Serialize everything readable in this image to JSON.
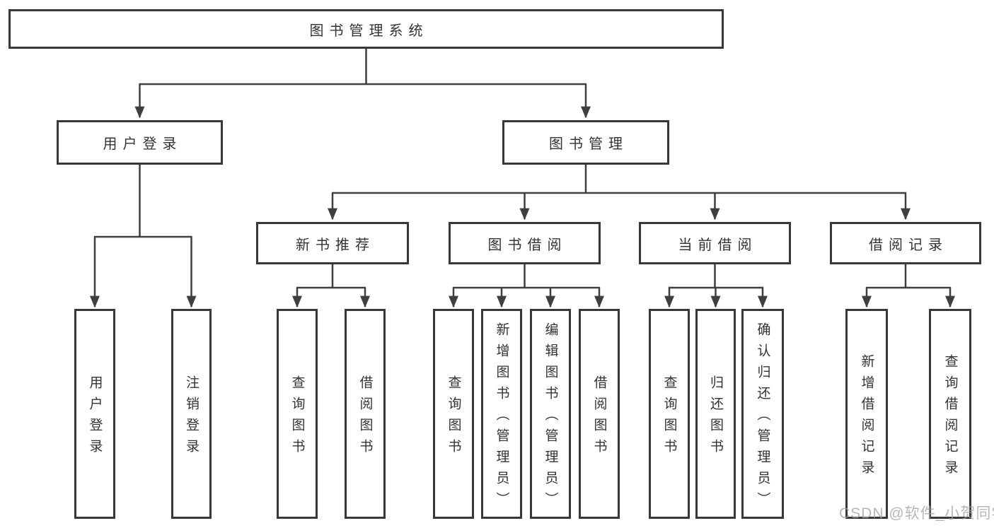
{
  "tree": {
    "root": {
      "label": "图书管理系统"
    },
    "children": [
      {
        "label": "用户登录",
        "children": [
          {
            "label": "用户登录"
          },
          {
            "label": "注销登录"
          }
        ]
      },
      {
        "label": "图书管理",
        "children": [
          {
            "label": "新书推荐",
            "children": [
              {
                "label": "查询图书"
              },
              {
                "label": "借阅图书"
              }
            ]
          },
          {
            "label": "图书借阅",
            "children": [
              {
                "label": "查询图书"
              },
              {
                "label": "新增图书（管理员）"
              },
              {
                "label": "编辑图书（管理员）"
              },
              {
                "label": "借阅图书"
              }
            ]
          },
          {
            "label": "当前借阅",
            "children": [
              {
                "label": "查询图书"
              },
              {
                "label": "归还图书"
              },
              {
                "label": "确认归还（管理员）"
              }
            ]
          },
          {
            "label": "借阅记录",
            "children": [
              {
                "label": "新增借阅记录"
              },
              {
                "label": "查询借阅记录"
              }
            ]
          }
        ]
      }
    ]
  },
  "watermark": {
    "text": "CSDN @软件_小贺同学"
  },
  "colors": {
    "background": "#ffffff",
    "box_border": "#383838",
    "line": "#3f3f3f",
    "text": "#333333",
    "watermark": "#9e9e9e"
  }
}
